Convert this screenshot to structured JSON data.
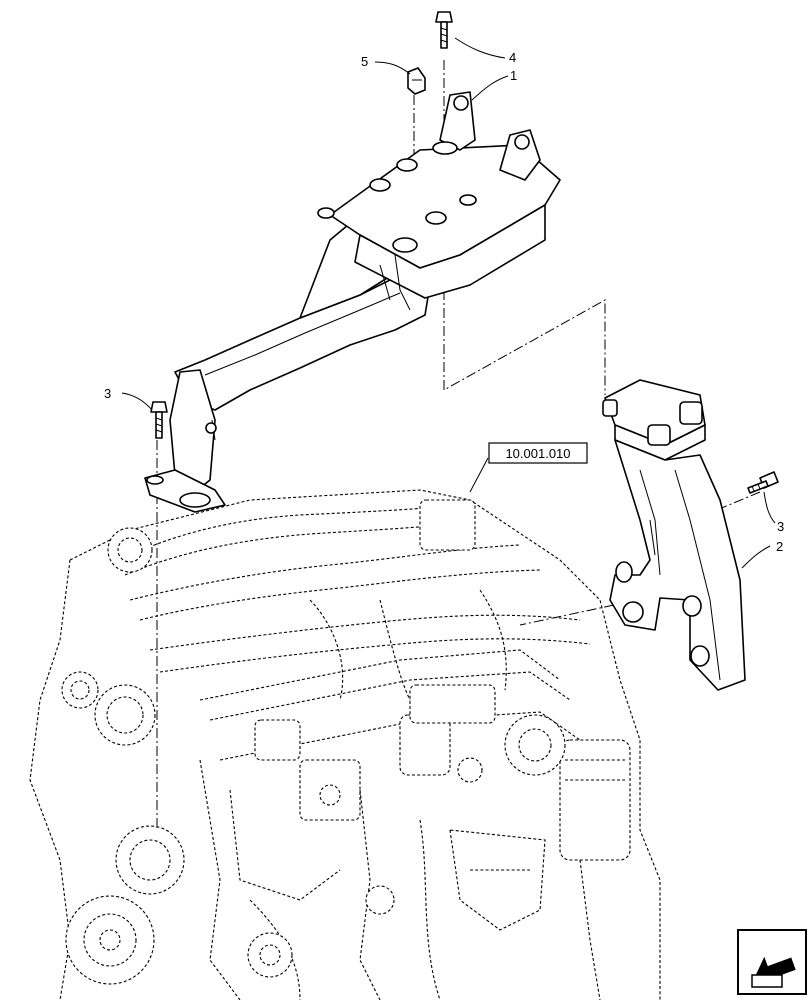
{
  "diagram": {
    "callouts": [
      {
        "id": "c1",
        "label": "1",
        "desc": "front bracket"
      },
      {
        "id": "c2",
        "label": "2",
        "desc": "rear bracket"
      },
      {
        "id": "c3a",
        "label": "3",
        "desc": "screw (front)"
      },
      {
        "id": "c3b",
        "label": "3",
        "desc": "screw (rear)"
      },
      {
        "id": "c4",
        "label": "4",
        "desc": "screw (top)"
      },
      {
        "id": "c5",
        "label": "5",
        "desc": "clip"
      }
    ],
    "reference": "10.001.010"
  },
  "nav": {
    "icon": "previous-page-arrow-icon"
  }
}
